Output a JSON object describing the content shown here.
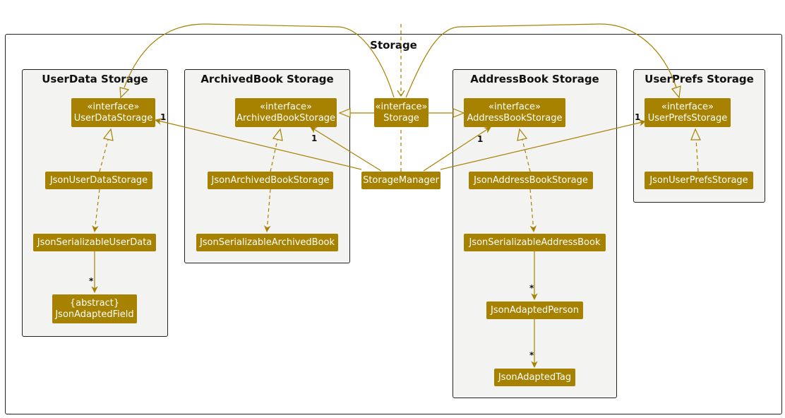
{
  "diagram": {
    "packages": {
      "storage": "Storage",
      "userdata": "UserData Storage",
      "archived": "ArchivedBook Storage",
      "addressbook": "AddressBook Storage",
      "userprefs": "UserPrefs Storage"
    },
    "nodes": {
      "userdata_storage": {
        "stereotype": "«interface»",
        "name": "UserDataStorage"
      },
      "archived_storage": {
        "stereotype": "«interface»",
        "name": "ArchivedBookStorage"
      },
      "storage": {
        "stereotype": "«interface»",
        "name": "Storage"
      },
      "addressbook_storage": {
        "stereotype": "«interface»",
        "name": "AddressBookStorage"
      },
      "userprefs_storage": {
        "stereotype": "«interface»",
        "name": "UserPrefsStorage"
      },
      "json_userdata_storage": {
        "name": "JsonUserDataStorage"
      },
      "json_archived_storage": {
        "name": "JsonArchivedBookStorage"
      },
      "storage_manager": {
        "name": "StorageManager"
      },
      "json_addressbook_storage": {
        "name": "JsonAddressBookStorage"
      },
      "json_userprefs_storage": {
        "name": "JsonUserPrefsStorage"
      },
      "json_serializable_userdata": {
        "name": "JsonSerializableUserData"
      },
      "json_serializable_archived": {
        "name": "JsonSerializableArchivedBook"
      },
      "json_serializable_addressbook": {
        "name": "JsonSerializableAddressBook"
      },
      "json_adapted_field": {
        "stereotype": "{abstract}",
        "name": "JsonAdaptedField"
      },
      "json_adapted_person": {
        "name": "JsonAdaptedPerson"
      },
      "json_adapted_tag": {
        "name": "JsonAdaptedTag"
      }
    },
    "multiplicities": {
      "to_userdata": "1",
      "to_archived": "1",
      "to_addressbook": "1",
      "to_userprefs": "1",
      "userdata_field": "*",
      "addressbook_person": "*",
      "person_tag": "*"
    },
    "colors": {
      "node_fill": "#a68200",
      "edge": "#a68200",
      "package_fill": "#f3f4f2",
      "node_text": "#ffffff"
    }
  }
}
